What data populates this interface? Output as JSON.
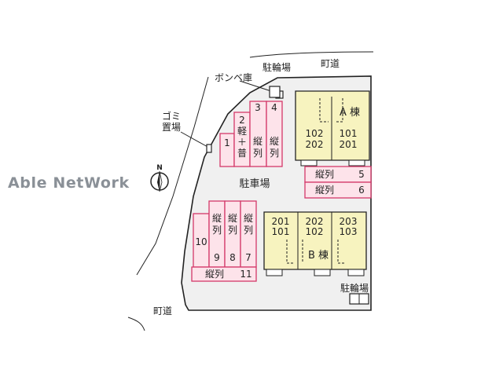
{
  "watermark": "Able NetWork",
  "compass": {
    "north_label": "N"
  },
  "roads": {
    "top": "町道",
    "bottom": "町道"
  },
  "facilities": {
    "gas_storage": "ボンベ庫",
    "garbage": [
      "ゴミ",
      "置場"
    ],
    "bicycle_top": "駐輪場",
    "bicycle_bottom": "駐輪場",
    "parking_lot": "駐車場"
  },
  "buildings": {
    "a": {
      "name": "A 棟",
      "units_left": [
        "102",
        "202"
      ],
      "units_right": [
        "101",
        "201"
      ]
    },
    "b": {
      "name": "B 棟",
      "units": [
        [
          "201",
          "101"
        ],
        [
          "202",
          "102"
        ],
        [
          "203",
          "103"
        ]
      ]
    }
  },
  "parking": {
    "top_group": [
      {
        "no": "1",
        "type": ""
      },
      {
        "no": "2",
        "type": "軽＋普"
      },
      {
        "no": "3",
        "type": "縦列"
      },
      {
        "no": "4",
        "type": "縦列"
      }
    ],
    "right_group": [
      {
        "no": "5",
        "type": "縦列"
      },
      {
        "no": "6",
        "type": "縦列"
      }
    ],
    "lower_group": [
      {
        "no": "7",
        "type": "縦列"
      },
      {
        "no": "8",
        "type": "縦列"
      },
      {
        "no": "9",
        "type": "縦列"
      },
      {
        "no": "10",
        "type": ""
      },
      {
        "no": "11",
        "type": "縦列"
      }
    ]
  },
  "colors": {
    "parking_fill": "#fde3ea",
    "parking_stroke": "#d4386a",
    "building_fill": "#f7f3bf",
    "site_fill": "#f0f0f0",
    "line": "#222222",
    "watermark": "#8a9097"
  }
}
